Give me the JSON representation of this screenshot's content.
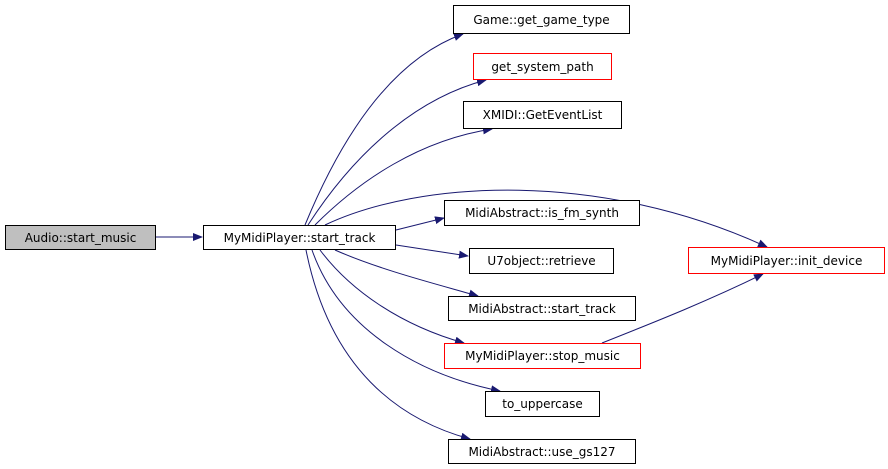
{
  "diagram": {
    "type": "call-graph",
    "edge_color": "#191970",
    "nodes": [
      {
        "id": "audio_start_music",
        "label": "Audio::start_music",
        "style": "root",
        "fill": "#bfbfbf"
      },
      {
        "id": "start_track",
        "label": "MyMidiPlayer::start_track",
        "style": "normal"
      },
      {
        "id": "get_game_type",
        "label": "Game::get_game_type",
        "style": "normal"
      },
      {
        "id": "get_system_path",
        "label": "get_system_path",
        "style": "red"
      },
      {
        "id": "get_event_list",
        "label": "XMIDI::GetEventList",
        "style": "normal"
      },
      {
        "id": "is_fm_synth",
        "label": "MidiAbstract::is_fm_synth",
        "style": "normal"
      },
      {
        "id": "retrieve",
        "label": "U7object::retrieve",
        "style": "normal"
      },
      {
        "id": "ma_start_track",
        "label": "MidiAbstract::start_track",
        "style": "normal"
      },
      {
        "id": "stop_music",
        "label": "MyMidiPlayer::stop_music",
        "style": "red"
      },
      {
        "id": "to_uppercase",
        "label": "to_uppercase",
        "style": "normal"
      },
      {
        "id": "use_gs127",
        "label": "MidiAbstract::use_gs127",
        "style": "normal"
      },
      {
        "id": "init_device",
        "label": "MyMidiPlayer::init_device",
        "style": "red"
      }
    ],
    "edges": [
      {
        "from": "audio_start_music",
        "to": "start_track"
      },
      {
        "from": "start_track",
        "to": "get_game_type"
      },
      {
        "from": "start_track",
        "to": "get_system_path"
      },
      {
        "from": "start_track",
        "to": "get_event_list"
      },
      {
        "from": "start_track",
        "to": "init_device"
      },
      {
        "from": "start_track",
        "to": "is_fm_synth"
      },
      {
        "from": "start_track",
        "to": "retrieve"
      },
      {
        "from": "start_track",
        "to": "ma_start_track"
      },
      {
        "from": "start_track",
        "to": "stop_music"
      },
      {
        "from": "start_track",
        "to": "to_uppercase"
      },
      {
        "from": "start_track",
        "to": "use_gs127"
      },
      {
        "from": "stop_music",
        "to": "init_device"
      }
    ]
  }
}
